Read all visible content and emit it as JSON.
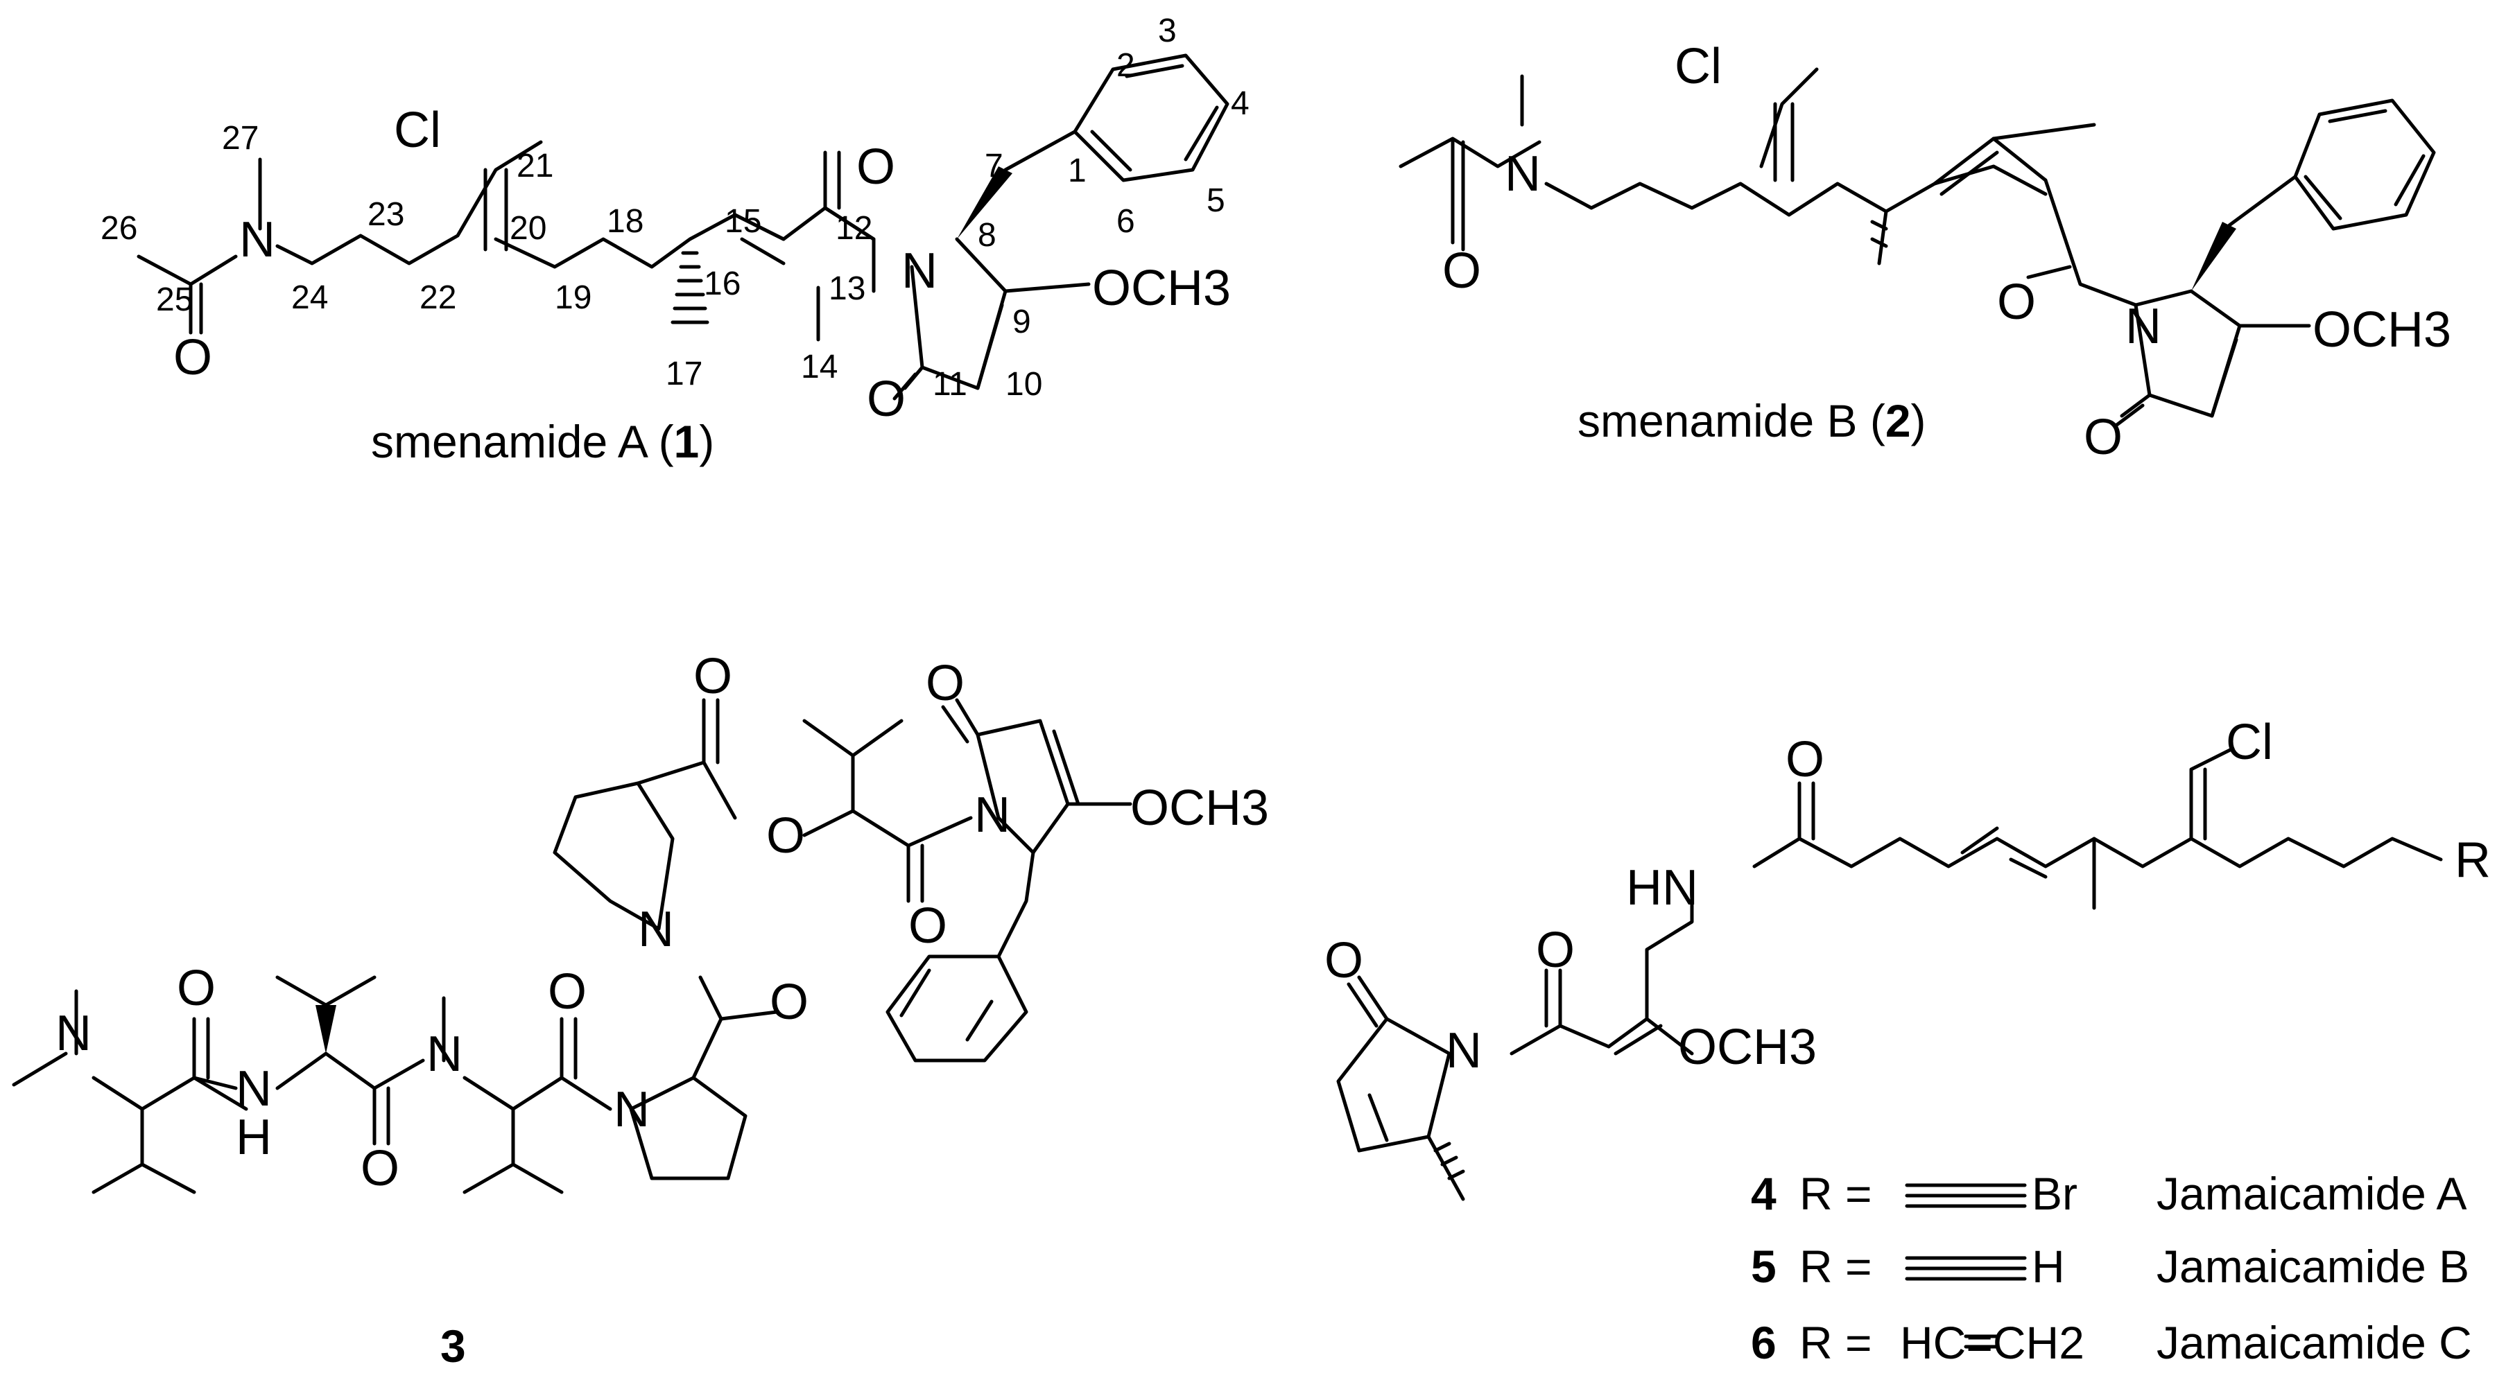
{
  "compound_1": {
    "caption_name": "smenamide A (",
    "caption_number": "1",
    "caption_close": ")",
    "labels": {
      "cl": "Cl",
      "n_amide": "N",
      "o_amide": "O",
      "o_acyl": "O",
      "n_ring": "N",
      "o_ring": "O",
      "och3": "OCH3"
    },
    "numbers": [
      "1",
      "2",
      "3",
      "4",
      "5",
      "6",
      "7",
      "8",
      "9",
      "10",
      "11",
      "12",
      "13",
      "14",
      "15",
      "16",
      "17",
      "18",
      "19",
      "20",
      "21",
      "22",
      "23",
      "24",
      "25",
      "26",
      "27"
    ]
  },
  "compound_2": {
    "caption_name": "smenamide B (",
    "caption_number": "2",
    "caption_close": ")",
    "labels": {
      "cl": "Cl",
      "n_amide": "N",
      "o_amide": "O",
      "o_acyl": "O",
      "n_ring": "N",
      "o_ring": "O",
      "och3": "OCH3"
    }
  },
  "compound_3": {
    "caption_number": "3",
    "labels": {
      "n_me2": "N",
      "nh_n": "N",
      "nh_h": "H",
      "n_me": "N",
      "n_pro1": "N",
      "n_pro2": "N",
      "n_ring": "N",
      "o1": "O",
      "o2": "O",
      "o3": "O",
      "o4": "O",
      "o5": "O",
      "o_ester": "O",
      "o6": "O",
      "o7": "O",
      "och3": "OCH3"
    }
  },
  "jamaicamides": {
    "labels": {
      "hn": "HN",
      "o_amide": "O",
      "cl": "Cl",
      "r": "R",
      "n_ring": "N",
      "o_ring": "O",
      "o_acyl": "O",
      "och3": "OCH3"
    },
    "rows": [
      {
        "number": "4",
        "r_eq": "R =",
        "substituent": "Br",
        "name": "Jamaicamide A"
      },
      {
        "number": "5",
        "r_eq": "R =",
        "substituent": "H",
        "name": "Jamaicamide B"
      },
      {
        "number": "6",
        "r_eq": "R =",
        "substituent": "HC=CH2",
        "name": "Jamaicamide C"
      }
    ]
  }
}
